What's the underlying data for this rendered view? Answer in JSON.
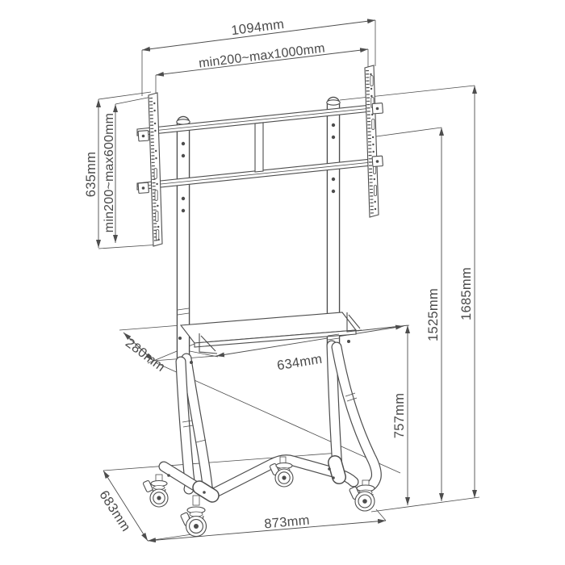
{
  "meta": {
    "type": "technical-dimension-diagram",
    "subject": "mobile-tv-floor-stand-with-casters"
  },
  "colors": {
    "line": "#4d4d4d",
    "text": "#4a4a4a",
    "background": "#ffffff"
  },
  "dims": {
    "top_width": "1094mm",
    "vesa_width_range": "min200~max1000mm",
    "bracket_height": "635mm",
    "vesa_height_range": "min200~max600mm",
    "total_height": "1685mm",
    "frame_height": "1525mm",
    "shelf_to_floor": "757mm",
    "shelf_width": "634mm",
    "shelf_depth": "280mm",
    "base_depth": "683mm",
    "base_width": "873mm"
  }
}
